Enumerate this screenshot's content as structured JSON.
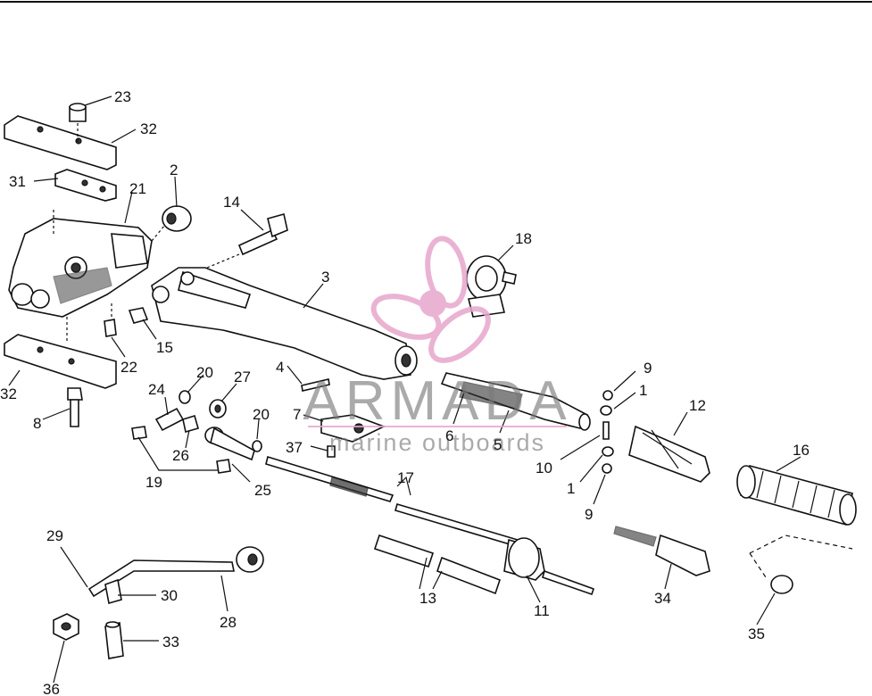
{
  "watermark": {
    "brand": "ARMADA",
    "tagline": "marine outboards",
    "colors": {
      "propeller": "#e7a6cc",
      "hub": "#e7a6cc",
      "text": "#7a7a7a"
    },
    "icon": "propeller-icon"
  },
  "callouts": [
    {
      "id": "c23",
      "text": "23"
    },
    {
      "id": "c32a",
      "text": "32"
    },
    {
      "id": "c31",
      "text": "31"
    },
    {
      "id": "c21",
      "text": "21"
    },
    {
      "id": "c2",
      "text": "2"
    },
    {
      "id": "c14",
      "text": "14"
    },
    {
      "id": "c3",
      "text": "3"
    },
    {
      "id": "c18",
      "text": "18"
    },
    {
      "id": "c15",
      "text": "15"
    },
    {
      "id": "c22",
      "text": "22"
    },
    {
      "id": "c32b",
      "text": "32"
    },
    {
      "id": "c8",
      "text": "8"
    },
    {
      "id": "c4",
      "text": "4"
    },
    {
      "id": "c20a",
      "text": "20"
    },
    {
      "id": "c27",
      "text": "27"
    },
    {
      "id": "c24",
      "text": "24"
    },
    {
      "id": "c7",
      "text": "7"
    },
    {
      "id": "c20b",
      "text": "20"
    },
    {
      "id": "c26",
      "text": "26"
    },
    {
      "id": "c37",
      "text": "37"
    },
    {
      "id": "c19",
      "text": "19"
    },
    {
      "id": "c25",
      "text": "25"
    },
    {
      "id": "c6",
      "text": "6"
    },
    {
      "id": "c5",
      "text": "5"
    },
    {
      "id": "c9a",
      "text": "9"
    },
    {
      "id": "c1a",
      "text": "1"
    },
    {
      "id": "c12",
      "text": "12"
    },
    {
      "id": "c10",
      "text": "10"
    },
    {
      "id": "c1b",
      "text": "1"
    },
    {
      "id": "c9b",
      "text": "9"
    },
    {
      "id": "c16",
      "text": "16"
    },
    {
      "id": "c17",
      "text": "17"
    },
    {
      "id": "c29",
      "text": "29"
    },
    {
      "id": "c30",
      "text": "30"
    },
    {
      "id": "c28",
      "text": "28"
    },
    {
      "id": "c13",
      "text": "13"
    },
    {
      "id": "c11",
      "text": "11"
    },
    {
      "id": "c34",
      "text": "34"
    },
    {
      "id": "c35",
      "text": "35"
    },
    {
      "id": "c33",
      "text": "33"
    },
    {
      "id": "c36",
      "text": "36"
    }
  ]
}
